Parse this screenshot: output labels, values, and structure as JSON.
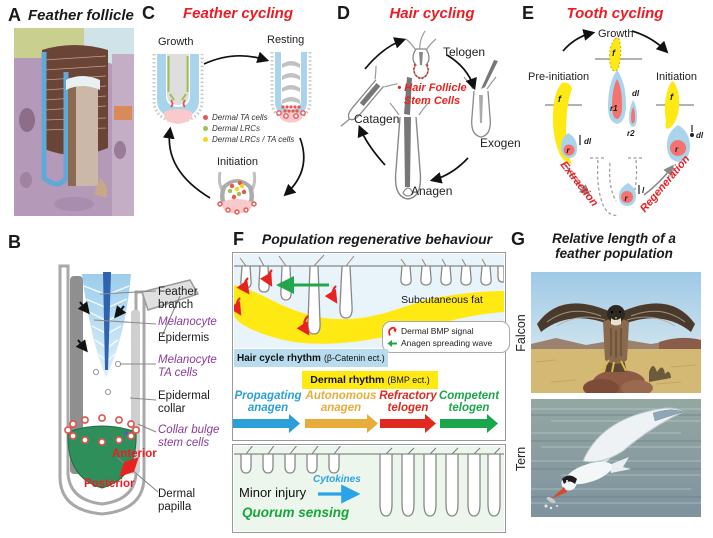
{
  "panel_a": {
    "letter": "A",
    "title": "Feather follicle"
  },
  "panel_b": {
    "letter": "B",
    "labels": {
      "feather_branch": "Feather\nbranch",
      "melanocyte": "Melanocyte",
      "epidermis": "Epidermis",
      "melanocyte_ta": "Melanocyte\nTA cells",
      "epidermal_collar": "Epidermal\ncollar",
      "collar_bulge": "Collar bulge\nstem cells",
      "anterior": "Anterior",
      "posterior": "Posterior",
      "dermal_papilla": "Dermal\npapilla"
    }
  },
  "panel_c": {
    "letter": "C",
    "title": "Feather cycling",
    "stages": {
      "growth": "Growth",
      "resting": "Resting",
      "initiation": "Initiation"
    },
    "legend": [
      {
        "color": "#e8554f",
        "label": "Dermal TA cells"
      },
      {
        "color": "#9dc14b",
        "label": "Dermal LRCs"
      },
      {
        "color": "#f8d41f",
        "label": "Dermal LRCs / TA cells"
      }
    ]
  },
  "panel_d": {
    "letter": "D",
    "title": "Hair cycling",
    "stages": {
      "telogen": "Telogen",
      "exogen": "Exogen",
      "anagen": "Anagen",
      "catagen": "Catagen"
    },
    "center_note": "• Hair Follicle\nStem Cells"
  },
  "panel_e": {
    "letter": "E",
    "title": "Tooth cycling",
    "stages": {
      "growth": "Growth",
      "pre_initiation": "Pre-initiation",
      "initiation": "Initiation"
    },
    "tooth_labels": {
      "f_growth": "f",
      "r1": "r1",
      "r2": "r2",
      "dl_growth": "dl",
      "f_pre": "f",
      "r_pre": "r",
      "dl_pre": "dl",
      "f_init": "f",
      "r_init": "r",
      "dl_init": "dl",
      "r_socket": "r",
      "l_socket": "l"
    },
    "processes": {
      "extraction": "Extraction",
      "regeneration": "Regeneration"
    }
  },
  "panel_f": {
    "letter": "F",
    "title": "Population regenerative behaviour",
    "fat_label": "Subcutaneous fat",
    "legend": {
      "bmp": "Dermal BMP signal",
      "wave": "Anagen spreading wave"
    },
    "rhythm_hair": {
      "bold": "Hair cycle rhythm",
      "normal": "(β-Catenin ect.)"
    },
    "rhythm_dermal": {
      "bold": "Dermal rhythm",
      "normal": "(BMP ect.)"
    },
    "phases": [
      {
        "label": "Propagating\nanagen",
        "color": "#2b9fd8"
      },
      {
        "label": "Autonomous\nanagen",
        "color": "#e7ac3a"
      },
      {
        "label": "Refractory\ntelogen",
        "color": "#e02a1f"
      },
      {
        "label": "Competent\ntelogen",
        "color": "#1aa64c"
      }
    ],
    "injury": {
      "minor": "Minor injury",
      "cytokines": "Cytokines",
      "quorum": "Quorum sensing"
    }
  },
  "panel_g": {
    "letter": "G",
    "title": "Relative length of a\nfeather population",
    "photos": [
      {
        "label": "Falcon"
      },
      {
        "label": "Tern"
      }
    ]
  }
}
